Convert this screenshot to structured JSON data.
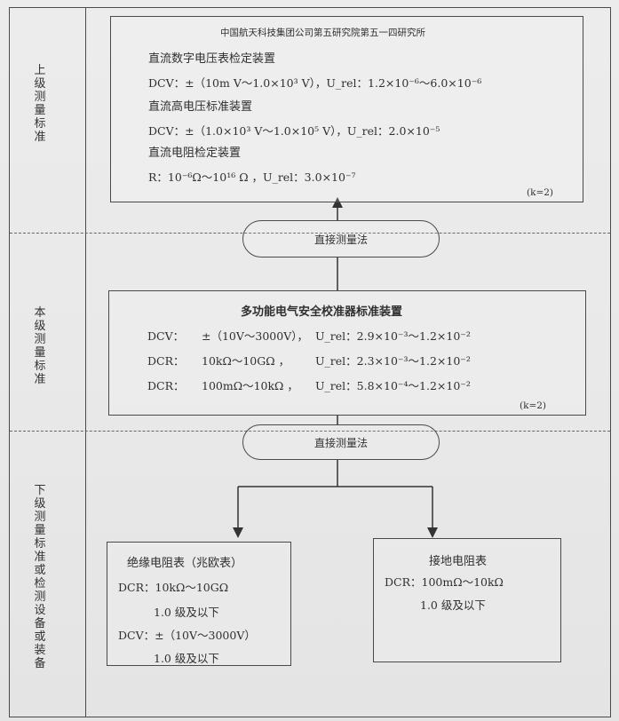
{
  "left_labels": {
    "top": "上级测量标准",
    "middle": "本级测量标准",
    "bottom": "下级测量标准或检测设备或装备"
  },
  "upper_standard": {
    "institution": "中国航天科技集团公司第五研究院第五一四研究所",
    "item1_title": "直流数字电压表检定装置",
    "item1_line": "DCV：±（10m V～1.0×10³ V），U_rel：1.2×10⁻⁶～6.0×10⁻⁶",
    "item2_title": "直流高电压标准装置",
    "item2_line": "DCV：±（1.0×10³ V～1.0×10⁵ V），U_rel：2.0×10⁻⁵",
    "item3_title": "直流电阻检定装置",
    "item3_line": "R：10⁻⁶Ω～10¹⁶ Ω ，U_rel：3.0×10⁻⁷",
    "k": "(k=2)"
  },
  "method1": "直接测量法",
  "current_standard": {
    "title": "多功能电气安全校准器标准装置",
    "line1_label": "DCV：",
    "line1_range": "±（10V～3000V），",
    "line1_unc": "U_rel：2.9×10⁻³～1.2×10⁻²",
    "line2_label": "DCR：",
    "line2_range": "10kΩ～10GΩ ，",
    "line2_unc": "U_rel：2.3×10⁻³～1.2×10⁻²",
    "line3_label": "DCR：",
    "line3_range": "100mΩ～10kΩ ，",
    "line3_unc": "U_rel：5.8×10⁻⁴～1.2×10⁻²",
    "k": "(k=2)"
  },
  "method2": "直接测量法",
  "lower_left": {
    "title": "绝缘电阻表（兆欧表）",
    "line1": "DCR：10kΩ～10GΩ",
    "line2": "1.0 级及以下",
    "line3": "DCV：±（10V～3000V）",
    "line4": "1.0 级及以下"
  },
  "lower_right": {
    "title": "接地电阻表",
    "line1": "DCR：100mΩ～10kΩ",
    "line2": "1.0 级及以下"
  }
}
